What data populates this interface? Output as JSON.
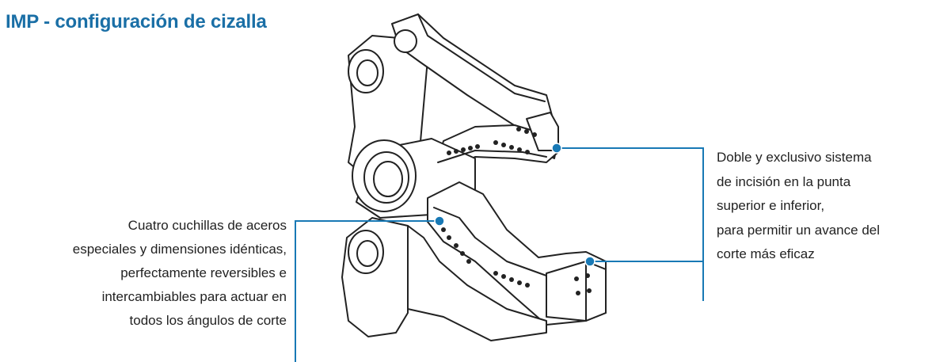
{
  "title": "IMP - configuración de cizalla",
  "colors": {
    "title": "#1a6fa6",
    "accent": "#1879b5",
    "line_art": "#222222",
    "text": "#222222"
  },
  "callouts": {
    "left": {
      "lines": [
        "Cuatro cuchillas de aceros",
        "especiales y dimensiones idénticas,",
        "perfectamente reversibles e",
        "intercambiables para actuar en",
        "todos los ángulos de corte"
      ]
    },
    "right": {
      "lines": [
        "Doble y exclusivo sistema",
        "de incisión en la punta",
        "superior e inferior,",
        "para permitir un avance del",
        "corte más eficaz"
      ]
    }
  }
}
